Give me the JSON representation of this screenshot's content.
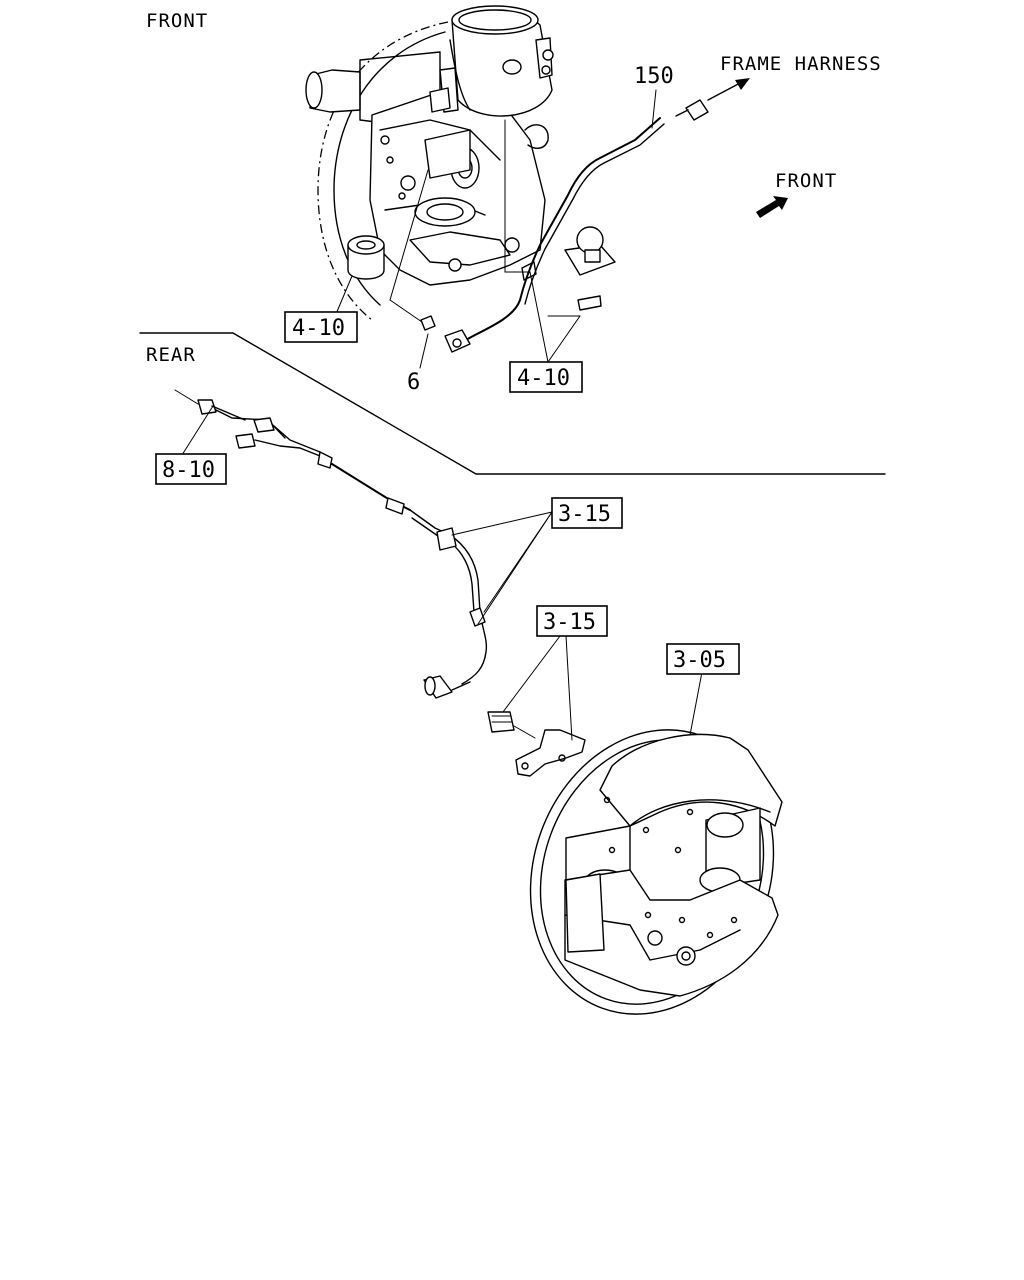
{
  "labels": {
    "front_top": "FRONT",
    "rear": "REAR",
    "frame_harness": "FRAME HARNESS",
    "front_arrow": "FRONT"
  },
  "part_numbers": {
    "harness": "150",
    "sensor_bolt": "6"
  },
  "references": {
    "knuckle_left": "4-10",
    "knuckle_right": "4-10",
    "rear_harness": "8-10",
    "rear_sensor_upper": "3-15",
    "rear_sensor_lower": "3-15",
    "rear_brake": "3-05"
  }
}
